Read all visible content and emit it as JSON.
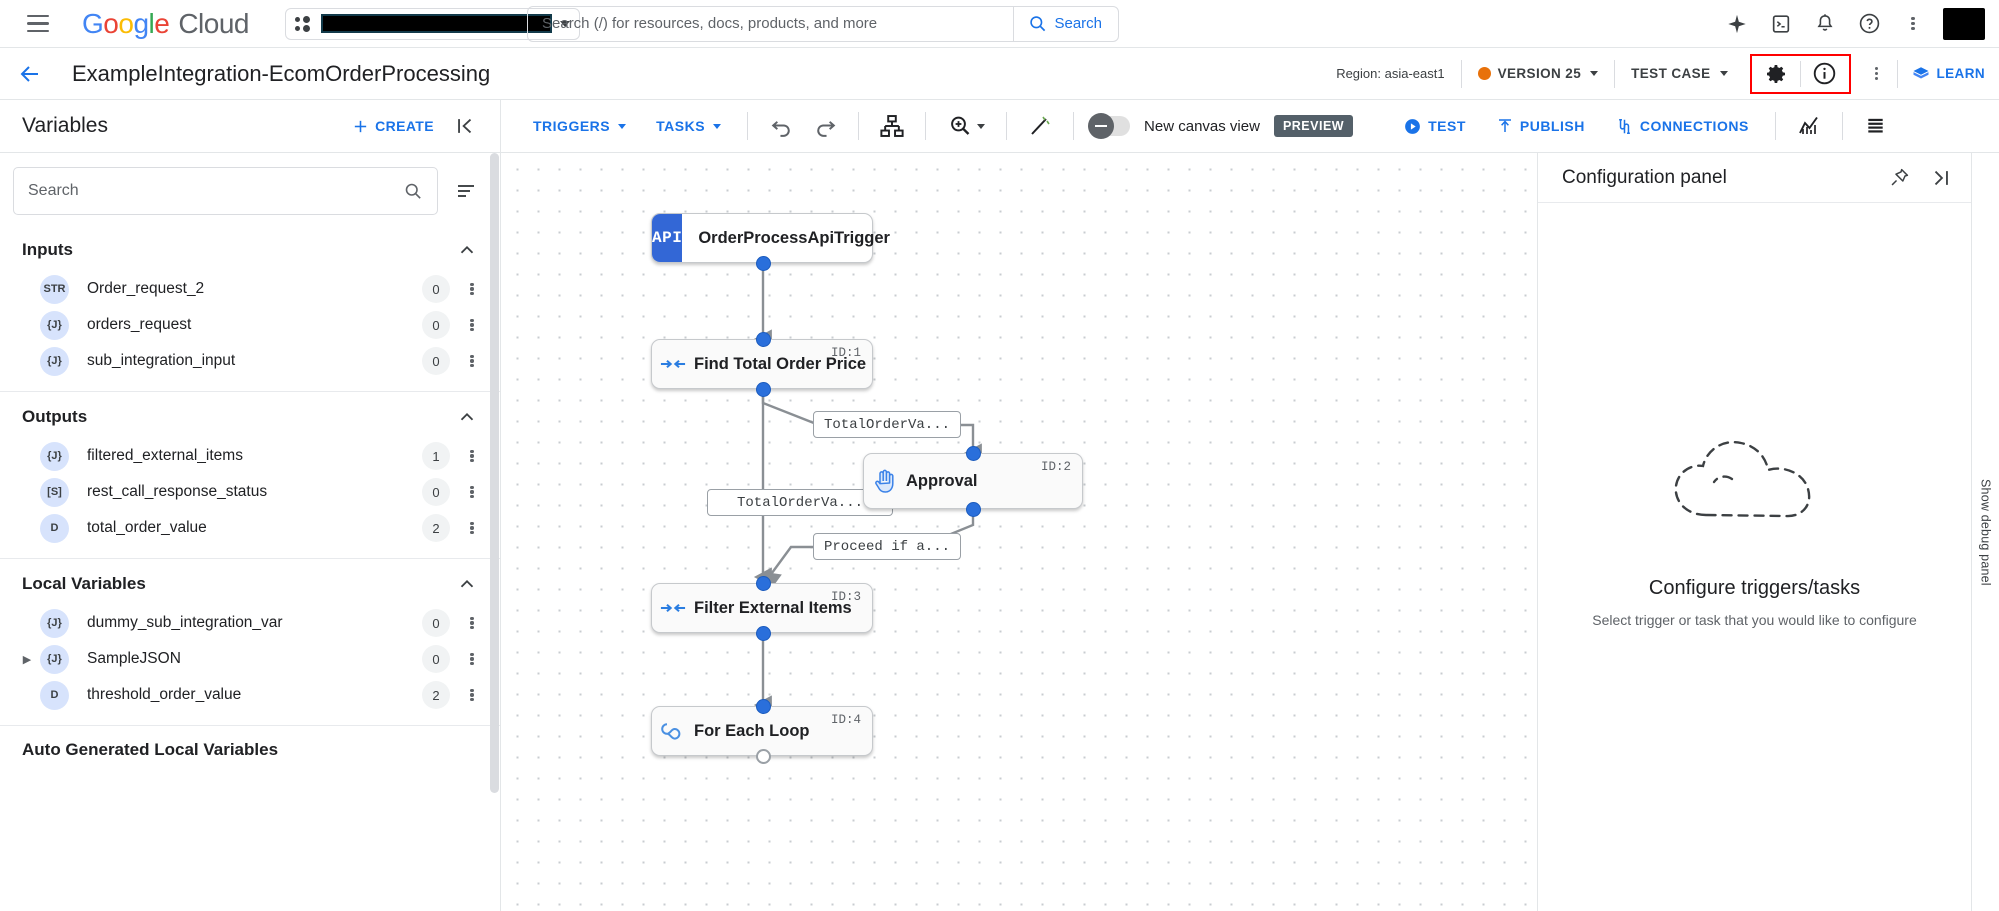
{
  "topbar": {
    "menu_icon": "hamburger-menu-icon",
    "logo_google": "Google",
    "logo_cloud": "Cloud",
    "project_selector_value": "",
    "search": {
      "placeholder": "Search (/) for resources, docs, products, and more",
      "button_label": "Search"
    },
    "icons": [
      "gemini-sparkle-icon",
      "cloud-shell-icon",
      "notifications-bell-icon",
      "help-icon",
      "more-vert-icon"
    ]
  },
  "pageheader": {
    "back_icon": "back-arrow-icon",
    "title": "ExampleIntegration-EcomOrderProcessing",
    "region": "Region: asia-east1",
    "version_label": "VERSION 25",
    "testcase_label": "TEST CASE",
    "settings_icon": "gear-icon",
    "info_icon": "info-icon",
    "more_icon": "more-vert-icon",
    "learn_label": "LEARN"
  },
  "toolbar": {
    "triggers_label": "TRIGGERS",
    "tasks_label": "TASKS",
    "undo_icon": "undo-icon",
    "redo_icon": "redo-icon",
    "layout_icon": "auto-layout-icon",
    "zoom_icon": "zoom-icon",
    "magic_icon": "magic-wand-icon",
    "toggle_label": "New canvas view",
    "preview_badge": "PREVIEW",
    "test_label": "TEST",
    "publish_label": "PUBLISH",
    "connections_label": "CONNECTIONS",
    "analytics_icon": "analytics-icon",
    "logs_icon": "logs-icon"
  },
  "variables_panel": {
    "title": "Variables",
    "create_label": "CREATE",
    "collapse_icon": "collapse-panel-icon",
    "search_placeholder": "Search",
    "search_value": "",
    "sort_icon": "sort-icon",
    "groups": [
      {
        "title": "Inputs",
        "items": [
          {
            "type": "STR",
            "name": "Order_request_2",
            "count": "0"
          },
          {
            "type": "{J}",
            "name": "orders_request",
            "count": "0"
          },
          {
            "type": "{J}",
            "name": "sub_integration_input",
            "count": "0"
          }
        ]
      },
      {
        "title": "Outputs",
        "items": [
          {
            "type": "{J}",
            "name": "filtered_external_items",
            "count": "1"
          },
          {
            "type": "[S]",
            "name": "rest_call_response_status",
            "count": "0"
          },
          {
            "type": "D",
            "name": "total_order_value",
            "count": "2"
          }
        ]
      },
      {
        "title": "Local Variables",
        "items": [
          {
            "type": "{J}",
            "name": "dummy_sub_integration_var",
            "count": "0",
            "expandable": false
          },
          {
            "type": "{J}",
            "name": "SampleJSON",
            "count": "0",
            "expandable": true
          },
          {
            "type": "D",
            "name": "threshold_order_value",
            "count": "2",
            "expandable": false
          }
        ]
      },
      {
        "title": "Auto Generated Local Variables",
        "items": []
      }
    ]
  },
  "canvas": {
    "nodes": [
      {
        "id": "",
        "label": "OrderProcessApiTrigger",
        "icon": "api-trigger-icon",
        "badge": "API",
        "kind": "trigger"
      },
      {
        "id": "ID:1",
        "label": "Find Total Order Price",
        "icon": "data-mapping-icon",
        "kind": "task"
      },
      {
        "id": "ID:2",
        "label": "Approval",
        "icon": "approval-hand-icon",
        "kind": "task"
      },
      {
        "id": "ID:3",
        "label": "Filter External Items",
        "icon": "data-mapping-icon",
        "kind": "task"
      },
      {
        "id": "ID:4",
        "label": "For Each Loop",
        "icon": "for-each-loop-icon",
        "kind": "task"
      }
    ],
    "edge_labels": [
      "TotalOrderVa...",
      "TotalOrderVa...",
      "Proceed if a..."
    ]
  },
  "config_panel": {
    "title": "Configuration panel",
    "pin_icon": "pin-icon",
    "expand_icon": "expand-panel-icon",
    "empty_title": "Configure triggers/tasks",
    "empty_sub": "Select trigger or task that you would like to configure",
    "empty_illustration": "dashed-cloud-icon"
  },
  "right_rail": {
    "label": "Show debug panel"
  },
  "colors": {
    "accent_blue": "#1a73e8",
    "node_port": "#2a6fdb",
    "trigger_badge": "#3367d6",
    "version_dot": "#E8710A",
    "highlight_box": "#FF0000",
    "preview_badge_bg": "#546069"
  }
}
